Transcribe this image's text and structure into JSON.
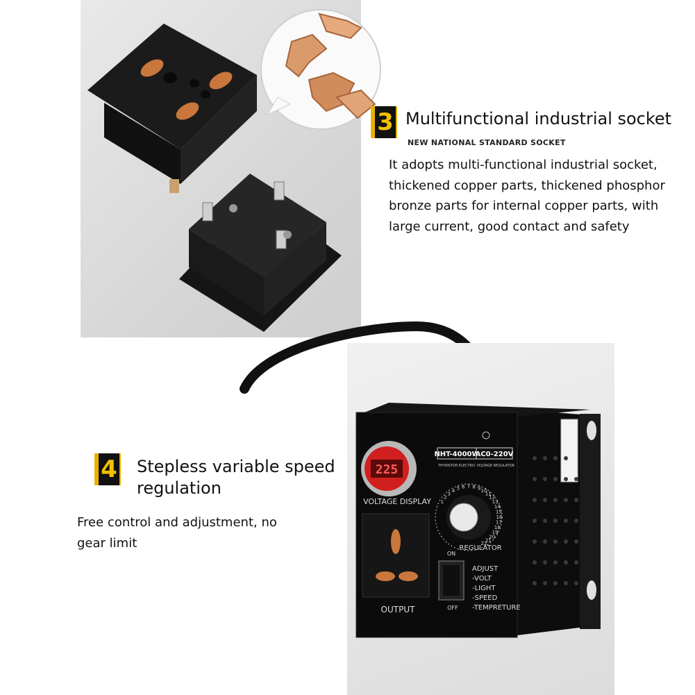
{
  "section3": {
    "number": "3",
    "title": "Multifunctional industrial socket",
    "subtitle": "NEW NATIONAL STANDARD SOCKET",
    "body": "It adopts multi-functional industrial socket, thickened copper parts, thickened phosphor bronze parts for internal copper parts, with large current, good contact and safety"
  },
  "section4": {
    "number": "4",
    "title": "Stepless variable speed regulation",
    "body": "Free control and adjustment, no gear limit"
  },
  "device": {
    "display_value": "225",
    "model_label": "NHT-4000W",
    "voltage_label": "AC0-220V",
    "regulator_subtitle": "THYRISTOR ELECTRIC VOLTAGE REGULATOR",
    "voltage_display_label": "VOLTAGE DISPLAY",
    "output_label": "OUTPUT",
    "regulator_label": "REGULATOR",
    "on_label": "ON",
    "off_label": "OFF",
    "adjust_lines": [
      "ADJUST",
      "-VOLT",
      "-LIGHT",
      "-SPEED",
      "-TEMPRETURE"
    ],
    "dial_numbers": [
      "1",
      "2",
      "3",
      "4",
      "5",
      "6",
      "7",
      "8",
      "9",
      "10",
      "11",
      "12",
      "13",
      "14",
      "15",
      "16",
      "17",
      "18",
      "19",
      "20",
      "21",
      "22"
    ]
  }
}
